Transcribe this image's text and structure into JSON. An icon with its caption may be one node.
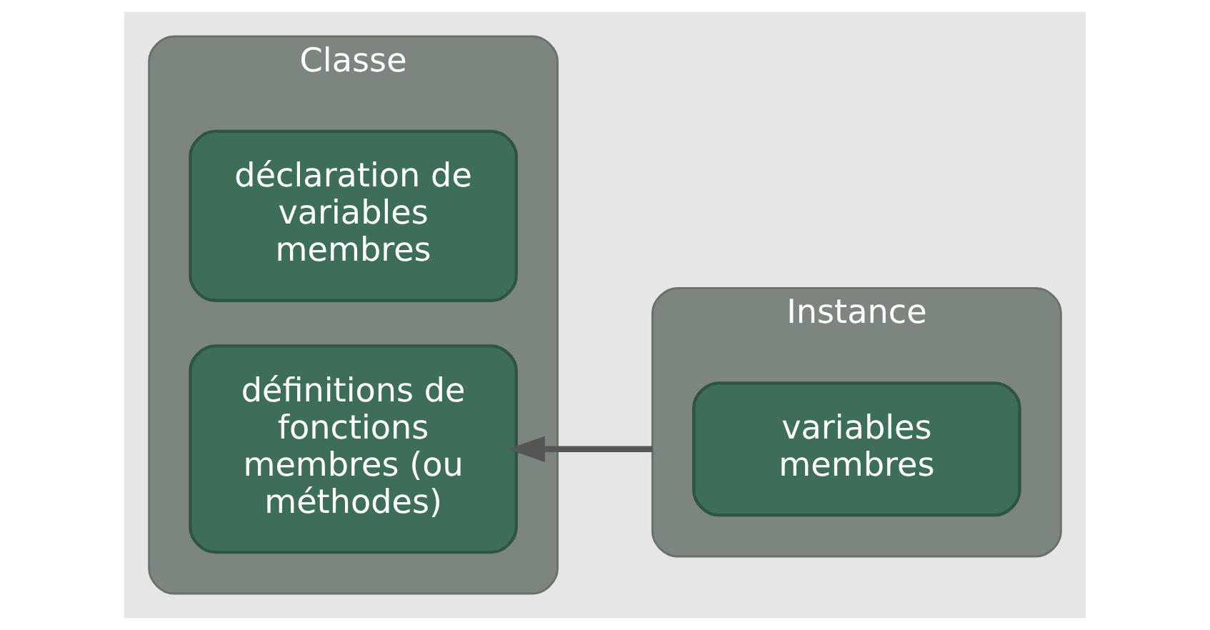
{
  "diagram": {
    "nodes": [
      {
        "text": [
          "Classe"
        ]
      },
      {
        "text": [
          "déclaration de variables membres"
        ],
        "in": 0
      },
      {
        "text": [
          "définitions de fonctions membres (ou méthodes)"
        ],
        "in": 0
      },
      {
        "text": [
          "Instance"
        ]
      },
      {
        "text": [
          "variables membres"
        ],
        "in": 3
      }
    ],
    "edges": [
      {
        "from": 3,
        "to": 2,
        "arrow": "to"
      }
    ]
  }
}
